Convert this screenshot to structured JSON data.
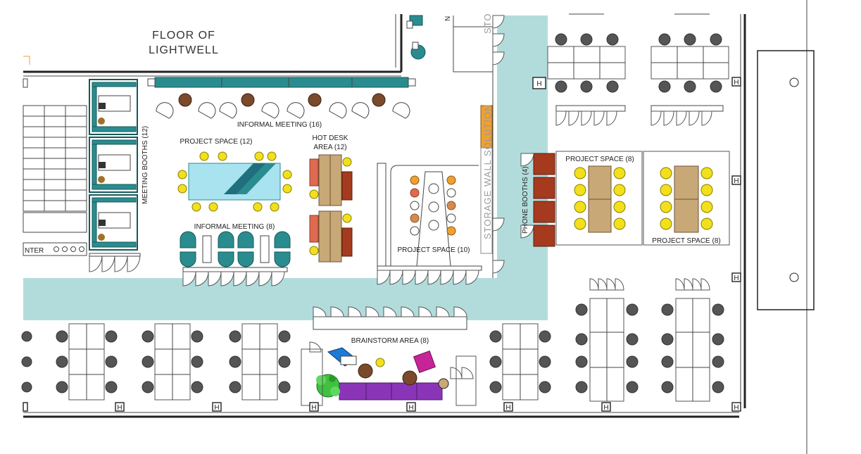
{
  "plan": {
    "lightwell_line1": "FLOOR OF",
    "lightwell_line2": "LIGHTWELL",
    "labels": {
      "informal_meeting_16": "INFORMAL MEETING (16)",
      "project_space_12": "PROJECT SPACE (12)",
      "hot_desk_line1": "HOT DESK",
      "hot_desk_line2": "AREA (12)",
      "meeting_booths": "MEETING BOOTHS (12)",
      "informal_meeting_8": "INFORMAL MEETING (8)",
      "project_space_10": "PROJECT SPACE (10)",
      "storage_wall": "STORAGE WALL SOLUTION",
      "phone_booths": "PHONE BOOTHS (4)",
      "project_space_8_top": "PROJECT SPACE (8)",
      "project_space_8_bottom": "PROJECT SPACE (8)",
      "brainstorm_area": "BRAINSTORM AREA (8)",
      "enter_fragment": "NTER",
      "sto_fragment": "STO",
      "n_fragment": "N"
    }
  },
  "colors": {
    "corridor": "#b2dcdc",
    "teal_furniture": "#2a8c8e",
    "project_table": "#a9e3f0",
    "yellow_seat": "#f2e01c",
    "timber_table": "#c9a878",
    "phone_booth": "#a53a1f",
    "storage_orange": "#f0a030",
    "sofa_purple": "#8a35b8",
    "magenta_chair": "#c8249a",
    "blue_chair": "#1d7ad6",
    "plant_green": "#3fc23f"
  }
}
